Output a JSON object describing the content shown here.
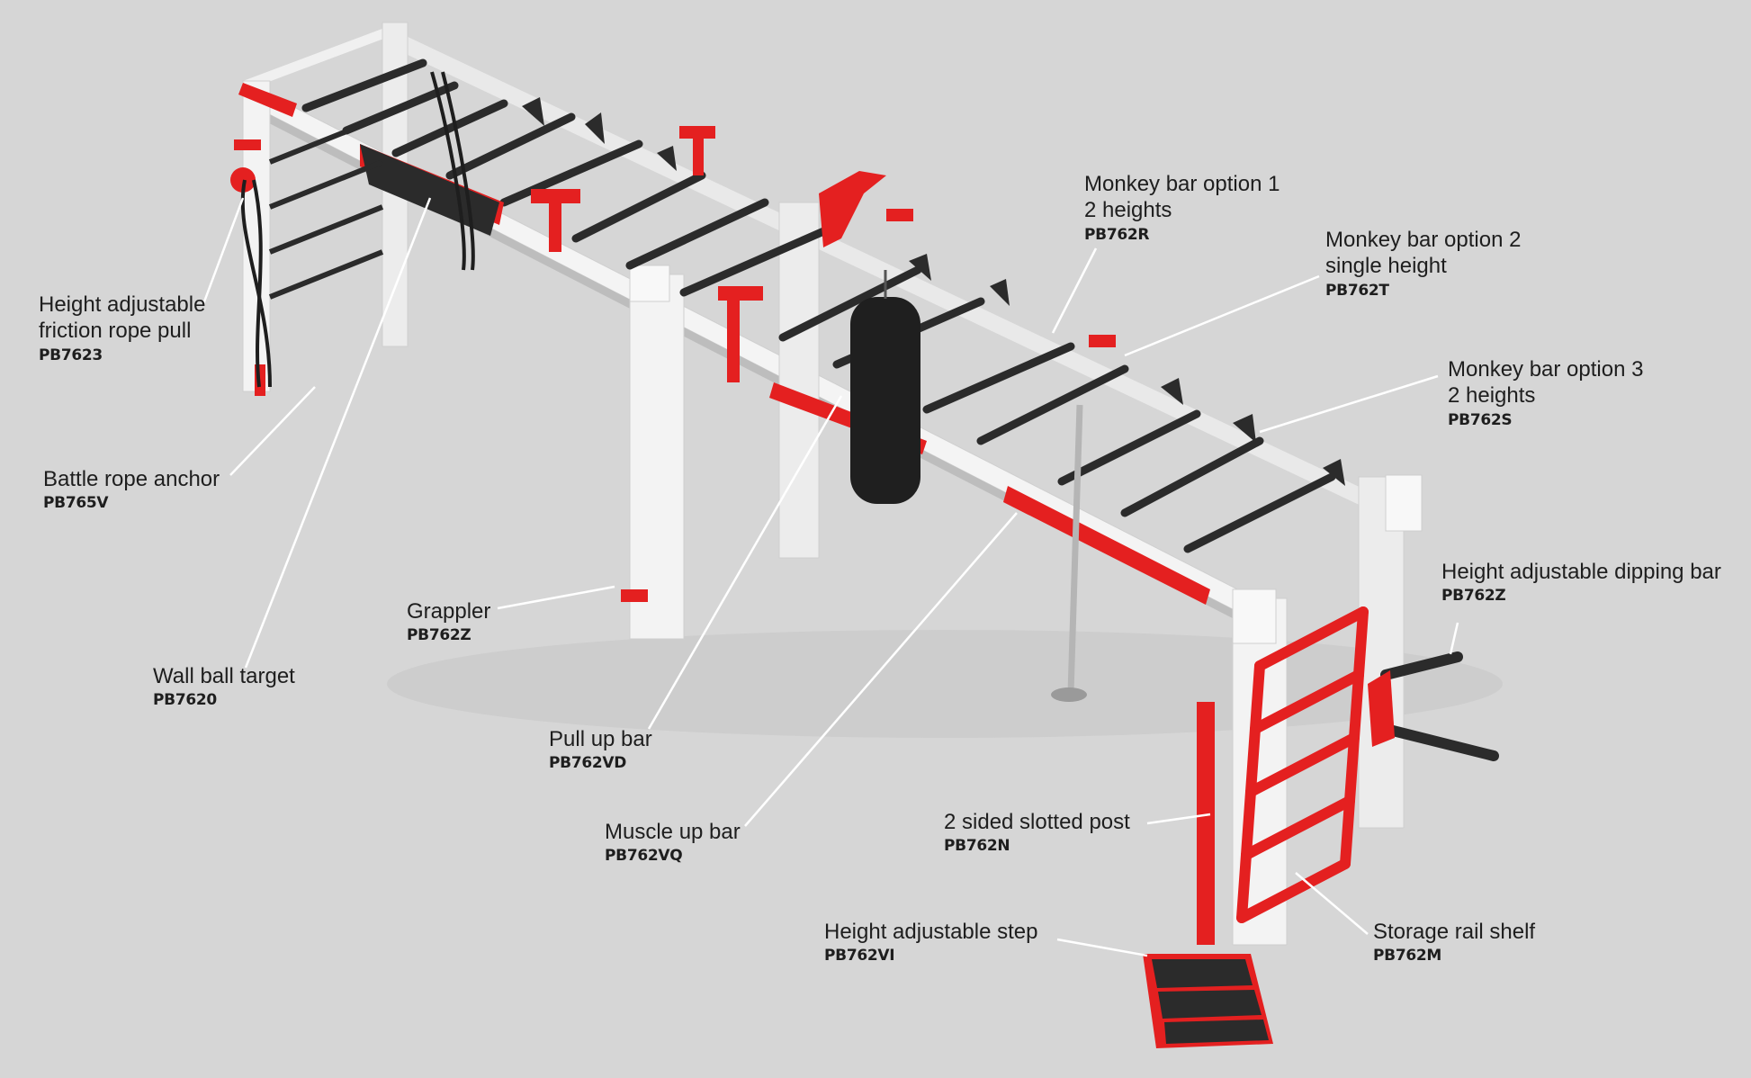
{
  "colors": {
    "background": "#d6d6d6",
    "frame": "#f2f2f2",
    "accent": "#e42020",
    "bar": "#2b2b2b",
    "leader": "#ffffff"
  },
  "callouts": [
    {
      "id": "monkey-bar-1",
      "lines": [
        "Monkey bar option 1",
        "2 heights"
      ],
      "code": "PB762R"
    },
    {
      "id": "monkey-bar-2",
      "lines": [
        "Monkey bar option 2",
        "single height"
      ],
      "code": "PB762T"
    },
    {
      "id": "monkey-bar-3",
      "lines": [
        "Monkey bar option 3",
        "2 heights"
      ],
      "code": "PB762S"
    },
    {
      "id": "friction-rope-pull",
      "lines": [
        "Height adjustable",
        "friction rope pull"
      ],
      "code": "PB7623"
    },
    {
      "id": "battle-rope-anchor",
      "lines": [
        "Battle rope anchor"
      ],
      "code": "PB765V"
    },
    {
      "id": "grappler",
      "lines": [
        "Grappler"
      ],
      "code": "PB762Z"
    },
    {
      "id": "wall-ball-target",
      "lines": [
        "Wall ball target"
      ],
      "code": "PB7620"
    },
    {
      "id": "pull-up-bar",
      "lines": [
        "Pull up bar"
      ],
      "code": "PB762VD"
    },
    {
      "id": "muscle-up-bar",
      "lines": [
        "Muscle up bar"
      ],
      "code": "PB762VQ"
    },
    {
      "id": "dipping-bar",
      "lines": [
        "Height adjustable dipping bar"
      ],
      "code": "PB762Z"
    },
    {
      "id": "slotted-post",
      "lines": [
        "2 sided slotted post"
      ],
      "code": "PB762N"
    },
    {
      "id": "adjustable-step",
      "lines": [
        "Height adjustable step"
      ],
      "code": "PB762VI"
    },
    {
      "id": "storage-rail-shelf",
      "lines": [
        "Storage rail shelf"
      ],
      "code": "PB762M"
    }
  ]
}
